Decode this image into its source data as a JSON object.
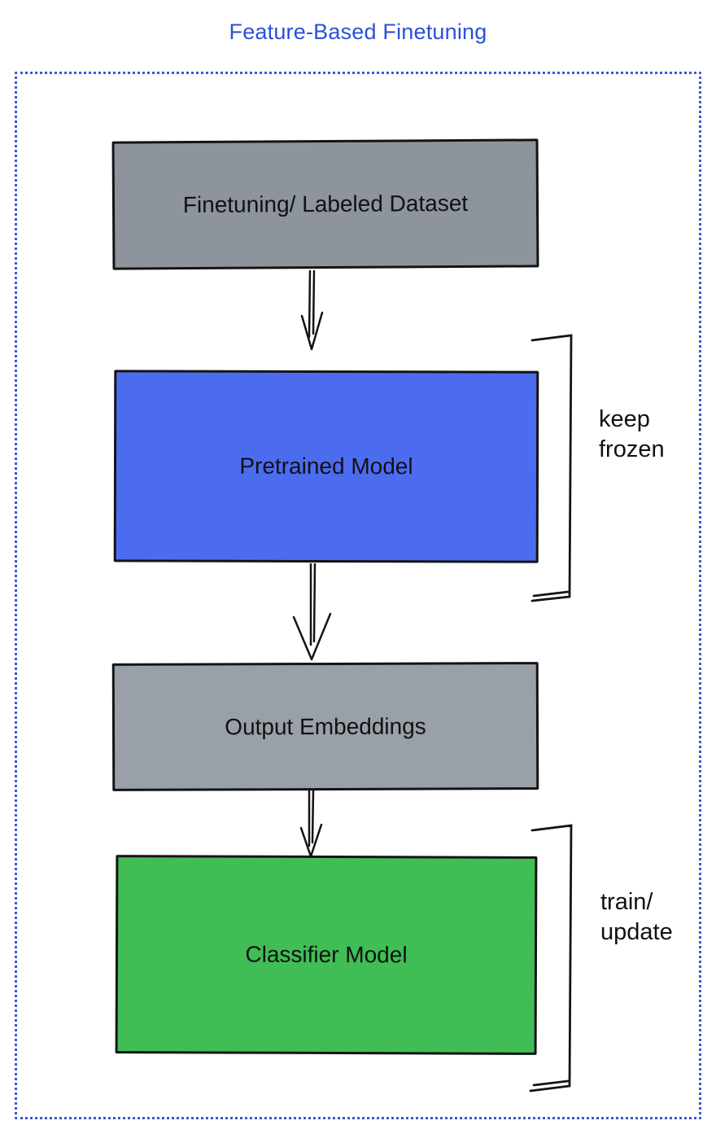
{
  "diagram": {
    "title": "Feature-Based Finetuning",
    "nodes": [
      {
        "id": "dataset",
        "label": "Finetuning/ Labeled Dataset",
        "fill": "#8e949c"
      },
      {
        "id": "pretrained-model",
        "label": "Pretrained Model",
        "fill": "#4c6cf0"
      },
      {
        "id": "output-embeddings",
        "label": "Output Embeddings",
        "fill": "#99a0a8"
      },
      {
        "id": "classifier-model",
        "label": "Classifier Model",
        "fill": "#41bd56"
      }
    ],
    "edges": [
      {
        "from": "dataset",
        "to": "pretrained-model"
      },
      {
        "from": "pretrained-model",
        "to": "output-embeddings"
      },
      {
        "from": "output-embeddings",
        "to": "classifier-model"
      }
    ],
    "annotations": [
      {
        "id": "keep-frozen",
        "target": "pretrained-model",
        "line1": "keep",
        "line2": "frozen"
      },
      {
        "id": "train-update",
        "target": "classifier-model",
        "line1": "train/",
        "line2": "update"
      }
    ],
    "colors": {
      "title": "#2b50d8",
      "frame_border": "#3d56d8",
      "stroke": "#141414",
      "text": "#111111"
    }
  }
}
